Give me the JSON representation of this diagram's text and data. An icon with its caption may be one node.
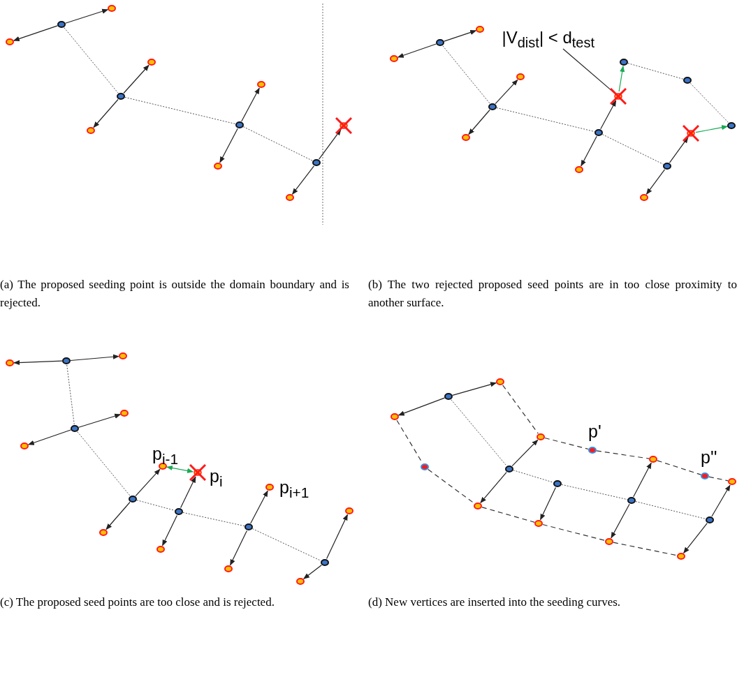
{
  "diagram": {
    "nodes": [
      {
        "text": [],
        "shape": "circle"
      },
      {
        "text": [],
        "shape": "circle"
      },
      {
        "text": [],
        "shape": "circle"
      },
      {
        "text": [],
        "shape": "circle"
      },
      {
        "text": [],
        "shape": "circle"
      },
      {
        "text": [],
        "shape": "circle"
      },
      {
        "text": [],
        "shape": "circle"
      },
      {
        "text": [],
        "shape": "circle"
      },
      {
        "text": [],
        "shape": "circle"
      },
      {
        "text": [],
        "shape": "circle"
      },
      {
        "text": [],
        "shape": "cross"
      },
      {
        "text": [],
        "shape": "circle"
      },
      {
        "text": [
          "|V$_{dist}$| < d$_{test}$"
        ]
      },
      {
        "text": [],
        "shape": "circle"
      },
      {
        "text": [],
        "shape": "circle"
      },
      {
        "text": [],
        "shape": "circle"
      },
      {
        "text": [],
        "shape": "circle"
      },
      {
        "text": [],
        "shape": "circle"
      },
      {
        "text": [],
        "shape": "circle"
      },
      {
        "text": [],
        "shape": "circle"
      },
      {
        "text": [],
        "shape": "circle"
      },
      {
        "text": [],
        "shape": "cross"
      },
      {
        "text": [],
        "shape": "circle"
      },
      {
        "text": [],
        "shape": "cross"
      },
      {
        "text": [],
        "shape": "circle"
      },
      {
        "text": [],
        "shape": "circle"
      },
      {
        "text": [],
        "shape": "circle"
      },
      {
        "text": [],
        "shape": "circle"
      },
      {
        "text": [],
        "shape": "circle"
      },
      {
        "text": [],
        "shape": "circle"
      },
      {
        "text": [],
        "shape": "circle"
      },
      {
        "text": [],
        "shape": "circle"
      },
      {
        "text": [],
        "shape": "circle"
      },
      {
        "text": [],
        "shape": "circle"
      },
      {
        "text": [],
        "shape": "circle",
        "beside": [
          "p$_{i-1}$"
        ]
      },
      {
        "text": [],
        "shape": "cross",
        "beside": [
          "p$_{i}$"
        ]
      },
      {
        "text": [],
        "shape": "circle"
      },
      {
        "text": [],
        "shape": "circle"
      },
      {
        "text": [],
        "shape": "circle",
        "beside": [
          "p$_{i+1}$"
        ]
      },
      {
        "text": [],
        "shape": "circle"
      },
      {
        "text": [],
        "shape": "circle"
      },
      {
        "text": [],
        "shape": "circle"
      },
      {
        "text": [],
        "shape": "circle"
      },
      {
        "text": [],
        "shape": "circle"
      },
      {
        "text": [],
        "shape": "circle"
      },
      {
        "text": [],
        "shape": "circle"
      },
      {
        "text": [],
        "shape": "circle"
      },
      {
        "text": [],
        "shape": "circle"
      },
      {
        "text": [],
        "shape": "circle"
      },
      {
        "text": [],
        "shape": "circle"
      },
      {
        "text": [],
        "shape": "circle",
        "beside": [
          "p'"
        ]
      },
      {
        "text": [],
        "shape": "circle"
      },
      {
        "text": [],
        "shape": "circle"
      },
      {
        "text": [],
        "shape": "circle"
      },
      {
        "text": [],
        "shape": "circle",
        "beside": [
          "p''"
        ]
      },
      {
        "text": [],
        "shape": "circle"
      },
      {
        "text": [],
        "shape": "circle"
      },
      {
        "text": [],
        "shape": "circle"
      },
      {
        "text": [],
        "shape": "circle"
      },
      {
        "text": [],
        "shape": "circle"
      },
      {
        "text": [],
        "shape": "circle"
      },
      {
        "text": [],
        "shape": "circle"
      },
      {
        "text": [],
        "shape": "circle"
      }
    ],
    "edges": [
      {
        "from": 0,
        "to": 3,
        "arrow": "none",
        "style": "dashed"
      },
      {
        "from": 3,
        "to": 6,
        "arrow": "none",
        "style": "dashed"
      },
      {
        "from": 6,
        "to": 9,
        "arrow": "none",
        "style": "dashed"
      },
      {
        "from": 0,
        "to": 2,
        "arrow": "to"
      },
      {
        "from": 0,
        "to": 1,
        "arrow": "to"
      },
      {
        "from": 3,
        "to": 4,
        "arrow": "to"
      },
      {
        "from": 3,
        "to": 5,
        "arrow": "to"
      },
      {
        "from": 6,
        "to": 7,
        "arrow": "to"
      },
      {
        "from": 6,
        "to": 8,
        "arrow": "to"
      },
      {
        "from": 9,
        "to": 10,
        "arrow": "to"
      },
      {
        "from": 9,
        "to": 11,
        "arrow": "to"
      },
      {
        "from": 13,
        "to": 16,
        "arrow": "none",
        "style": "dashed"
      },
      {
        "from": 16,
        "to": 22,
        "arrow": "none",
        "style": "dashed"
      },
      {
        "from": 22,
        "to": 26,
        "arrow": "none",
        "style": "dashed"
      },
      {
        "from": 19,
        "to": 20,
        "arrow": "none",
        "style": "dashed"
      },
      {
        "from": 20,
        "to": 24,
        "arrow": "none",
        "style": "dashed"
      },
      {
        "from": 13,
        "to": 15,
        "arrow": "to"
      },
      {
        "from": 13,
        "to": 14,
        "arrow": "to"
      },
      {
        "from": 16,
        "to": 17,
        "arrow": "to"
      },
      {
        "from": 16,
        "to": 18,
        "arrow": "to"
      },
      {
        "from": 22,
        "to": 21,
        "arrow": "to"
      },
      {
        "from": 22,
        "to": 25,
        "arrow": "to"
      },
      {
        "from": 26,
        "to": 23,
        "arrow": "to"
      },
      {
        "from": 26,
        "to": 27,
        "arrow": "to"
      },
      {
        "from": 21,
        "to": 19,
        "arrow": "to",
        "color": "#1aaa55"
      },
      {
        "from": 23,
        "to": 24,
        "arrow": "to",
        "color": "#1aaa55"
      },
      {
        "from": 12,
        "to": 21,
        "arrow": "none"
      },
      {
        "from": 28,
        "to": 31,
        "arrow": "none",
        "style": "dashed"
      },
      {
        "from": 31,
        "to": 36,
        "arrow": "none",
        "style": "dashed"
      },
      {
        "from": 36,
        "to": 37,
        "arrow": "none",
        "style": "dashed"
      },
      {
        "from": 37,
        "to": 39,
        "arrow": "none",
        "style": "dashed"
      },
      {
        "from": 39,
        "to": 43,
        "arrow": "none",
        "style": "dashed"
      },
      {
        "from": 28,
        "to": 29,
        "arrow": "to"
      },
      {
        "from": 28,
        "to": 30,
        "arrow": "to"
      },
      {
        "from": 31,
        "to": 32,
        "arrow": "to"
      },
      {
        "from": 31,
        "to": 33,
        "arrow": "to"
      },
      {
        "from": 36,
        "to": 34,
        "arrow": "to"
      },
      {
        "from": 36,
        "to": 40,
        "arrow": "to"
      },
      {
        "from": 37,
        "to": 35,
        "arrow": "to"
      },
      {
        "from": 37,
        "to": 41,
        "arrow": "to"
      },
      {
        "from": 39,
        "to": 38,
        "arrow": "to"
      },
      {
        "from": 39,
        "to": 44,
        "arrow": "to"
      },
      {
        "from": 43,
        "to": 42,
        "arrow": "to"
      },
      {
        "from": 43,
        "to": 45,
        "arrow": "to"
      },
      {
        "from": 34,
        "to": 35,
        "arrow": "both",
        "color": "#1aaa55"
      },
      {
        "from": 47,
        "to": 53,
        "arrow": "none",
        "style": "dashed"
      },
      {
        "from": 53,
        "to": 56,
        "arrow": "none",
        "style": "dashed"
      },
      {
        "from": 56,
        "to": 57,
        "arrow": "none",
        "style": "dashed"
      },
      {
        "from": 57,
        "to": 59,
        "arrow": "none",
        "style": "dashed"
      },
      {
        "from": 47,
        "to": 46,
        "arrow": "to"
      },
      {
        "from": 47,
        "to": 48,
        "arrow": "to"
      },
      {
        "from": 53,
        "to": 49,
        "arrow": "to"
      },
      {
        "from": 53,
        "to": 58,
        "arrow": "to"
      },
      {
        "from": 56,
        "to": 60,
        "arrow": "to"
      },
      {
        "from": 57,
        "to": 51,
        "arrow": "to"
      },
      {
        "from": 57,
        "to": 61,
        "arrow": "to"
      },
      {
        "from": 59,
        "to": 55,
        "arrow": "to"
      },
      {
        "from": 59,
        "to": 62,
        "arrow": "to"
      },
      {
        "from": 46,
        "to": 49,
        "arrow": "none",
        "style": "dashed"
      },
      {
        "from": 49,
        "to": 50,
        "arrow": "none",
        "style": "dashed"
      },
      {
        "from": 50,
        "to": 51,
        "arrow": "none",
        "style": "dashed"
      },
      {
        "from": 51,
        "to": 54,
        "arrow": "none",
        "style": "dashed"
      },
      {
        "from": 54,
        "to": 55,
        "arrow": "none",
        "style": "dashed"
      },
      {
        "from": 48,
        "to": 52,
        "arrow": "none",
        "style": "dashed"
      },
      {
        "from": 52,
        "to": 58,
        "arrow": "none",
        "style": "dashed"
      },
      {
        "from": 58,
        "to": 60,
        "arrow": "none",
        "style": "dashed"
      },
      {
        "from": 60,
        "to": 61,
        "arrow": "none",
        "style": "dashed"
      },
      {
        "from": 61,
        "to": 62,
        "arrow": "none",
        "style": "dashed"
      }
    ],
    "labels": [
      "(a) The proposed seeding point is outside the domain boundary and is rejected.",
      "(b) The two rejected proposed seed points are in too close proximity to another surface.",
      "(c) The proposed seed points are too close and is rejected.",
      "(d) New vertices are inserted into the seeding curves."
    ]
  }
}
